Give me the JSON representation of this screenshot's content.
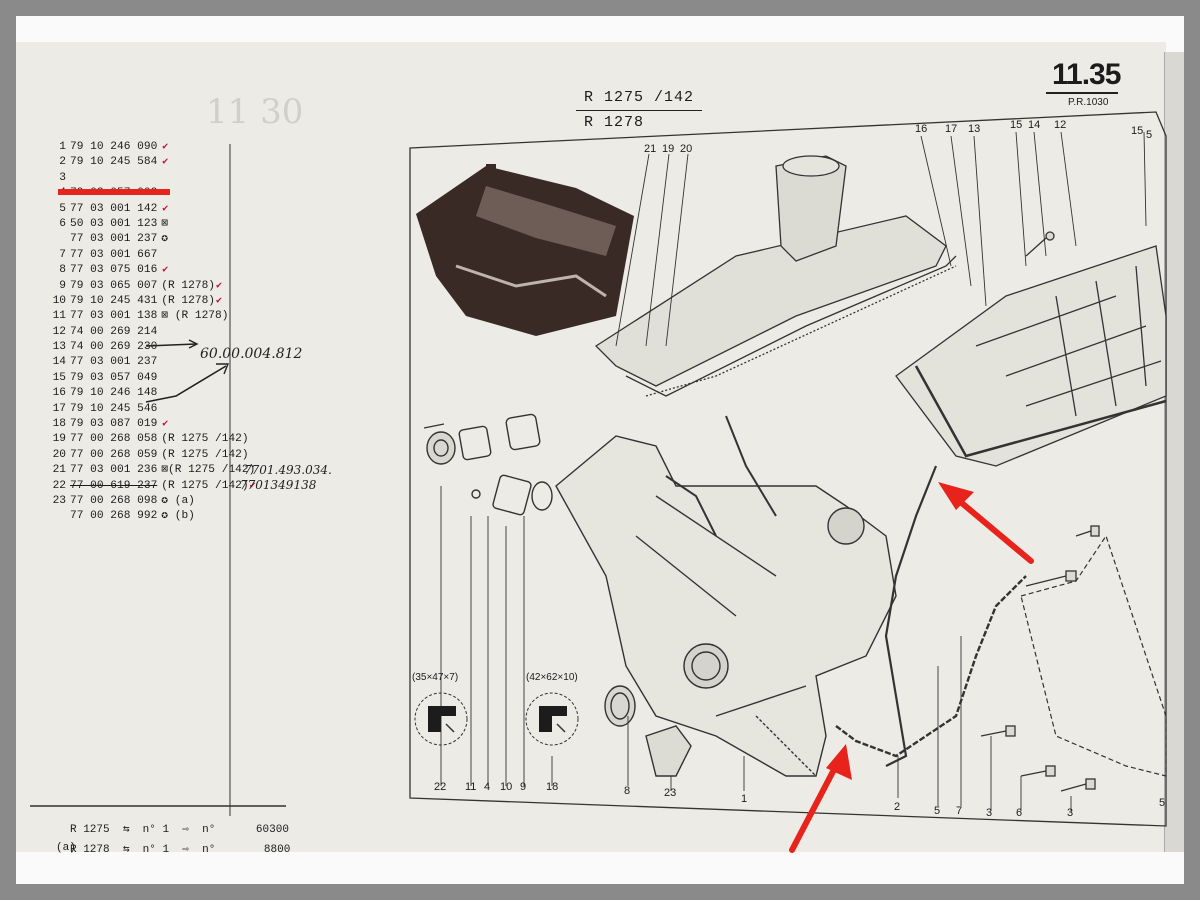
{
  "header": {
    "models": [
      "R 1275 /142",
      "R 1278"
    ],
    "page_number": "11.35",
    "page_ref": "P.R.1030"
  },
  "parts": [
    {
      "num": "1",
      "ref": "79 10 246 090",
      "note": "",
      "mark": "✔",
      "struck": false
    },
    {
      "num": "2",
      "ref": "79 10 245 584",
      "note": "",
      "mark": "✔",
      "struck": false
    },
    {
      "num": "3",
      "ref": "",
      "note": "",
      "mark": "",
      "struck": false
    },
    {
      "num": "4",
      "ref": "79 03 057 003",
      "note": "",
      "mark": "",
      "struck": false
    },
    {
      "num": "5",
      "ref": "77 03 001 142",
      "note": "",
      "mark": "✔",
      "struck": false
    },
    {
      "num": "6",
      "ref": "50 03 001 123",
      "note": "⊠",
      "mark": "",
      "struck": false
    },
    {
      "num": "",
      "ref": "77 03 001 237",
      "note": "✪",
      "mark": "",
      "struck": false
    },
    {
      "num": "7",
      "ref": "77 03 001 667",
      "note": "",
      "mark": "",
      "struck": false
    },
    {
      "num": "8",
      "ref": "77 03 075 016",
      "note": "",
      "mark": "✔",
      "struck": false
    },
    {
      "num": "9",
      "ref": "79 03 065 007",
      "note": "(R 1278)",
      "mark": "✔",
      "struck": false
    },
    {
      "num": "10",
      "ref": "79 10 245 431",
      "note": "(R 1278)",
      "mark": "✔",
      "struck": false
    },
    {
      "num": "11",
      "ref": "77 03 001 138",
      "note": "⊠ (R 1278)",
      "mark": "",
      "struck": false
    },
    {
      "num": "12",
      "ref": "74 00 269 214",
      "note": "",
      "mark": "",
      "struck": false
    },
    {
      "num": "13",
      "ref": "74 00 269 230",
      "note": "",
      "mark": "",
      "struck": false
    },
    {
      "num": "14",
      "ref": "77 03 001 237",
      "note": "",
      "mark": "",
      "struck": false
    },
    {
      "num": "15",
      "ref": "79 03 057 049",
      "note": "",
      "mark": "",
      "struck": false
    },
    {
      "num": "16",
      "ref": "79 10 246 148",
      "note": "",
      "mark": "",
      "struck": false
    },
    {
      "num": "17",
      "ref": "79 10 245 546",
      "note": "",
      "mark": "",
      "struck": false
    },
    {
      "num": "18",
      "ref": "79 03 087 019",
      "note": "",
      "mark": "✔",
      "struck": false
    },
    {
      "num": "19",
      "ref": "77 00 268 058",
      "note": "(R 1275 /142)",
      "mark": "",
      "struck": false
    },
    {
      "num": "20",
      "ref": "77 00 268 059",
      "note": "(R 1275 /142)",
      "mark": "",
      "struck": false
    },
    {
      "num": "21",
      "ref": "77 03 001 236",
      "note": "⊠(R 1275 /142)",
      "mark": "",
      "struck": false
    },
    {
      "num": "22",
      "ref": "77 00 619 237",
      "note": "(R 1275 /142)",
      "mark": "✔",
      "struck": true
    },
    {
      "num": "23",
      "ref": "77 00 268 098",
      "note": "✪ (a)",
      "mark": "",
      "struck": false
    },
    {
      "num": "",
      "ref": "77 00 268 992",
      "note": "✪ (b)",
      "mark": "",
      "struck": false
    }
  ],
  "handwriting": {
    "note_13": "60.00.004.812",
    "note_22a": "7701.493.034.",
    "note_22b": "7701349138"
  },
  "callouts_top": [
    "21",
    "19",
    "20",
    "16",
    "17",
    "13",
    "15",
    "14",
    "12",
    "15",
    "5"
  ],
  "callouts_bottom": [
    "22",
    "11",
    "4",
    "10",
    "9",
    "18",
    "8",
    "23",
    "1",
    "2",
    "5",
    "7",
    "3",
    "6",
    "3",
    "5"
  ],
  "seal_dims": {
    "left": "(35×47×7)",
    "right": "(42×62×10)"
  },
  "footer": {
    "note_mark": "(a)",
    "rows": [
      {
        "model": "R 1275",
        "from": "n° 1",
        "to": "n°",
        "number": "60300"
      },
      {
        "model": "R 1278",
        "from": "n° 1",
        "to": "n°",
        "number": "8800"
      }
    ]
  },
  "annotation_colors": {
    "arrow": "#e8231c",
    "underline": "#e8231c",
    "check": "#c8102e"
  }
}
